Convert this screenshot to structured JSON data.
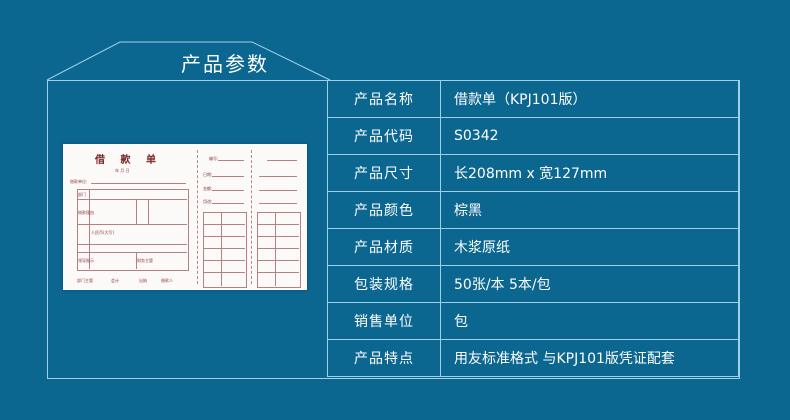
{
  "section_title": "产品参数",
  "colors": {
    "background": "#0b6690",
    "border": "#9fd0e6",
    "text": "#ffffff",
    "print_ink": "#8a3a3a"
  },
  "specs": [
    {
      "key": "产品名称",
      "value": "借款单（KPJ101版）"
    },
    {
      "key": "产品代码",
      "value": "S0342"
    },
    {
      "key": "产品尺寸",
      "value": "长208mm x 宽127mm"
    },
    {
      "key": "产品颜色",
      "value": "棕黑"
    },
    {
      "key": "产品材质",
      "value": "木浆原纸"
    },
    {
      "key": "包装规格",
      "value": "50张/本  5本/包"
    },
    {
      "key": "销售单位",
      "value": "包"
    },
    {
      "key": "产品特点",
      "value": "用友标准格式 与KPJ101版凭证配套"
    }
  ],
  "product_image": {
    "form_title": "借 款 单",
    "date_line": "年 月 日",
    "borrower_label": "借款单位:",
    "dept_label": "部门",
    "reason_label": "借款理由",
    "amount_label": "人民币(大写)",
    "approval_label": "领导批示",
    "finance_label": "财务主管",
    "footer_left": "部门主管",
    "footer_mid": "会计",
    "footer_right": "出纳",
    "footer_receiver": "借款人",
    "stub_number": "编号:",
    "stub_date": "日期:",
    "stub_amount": "金额:",
    "stub_purpose": "用途:"
  }
}
